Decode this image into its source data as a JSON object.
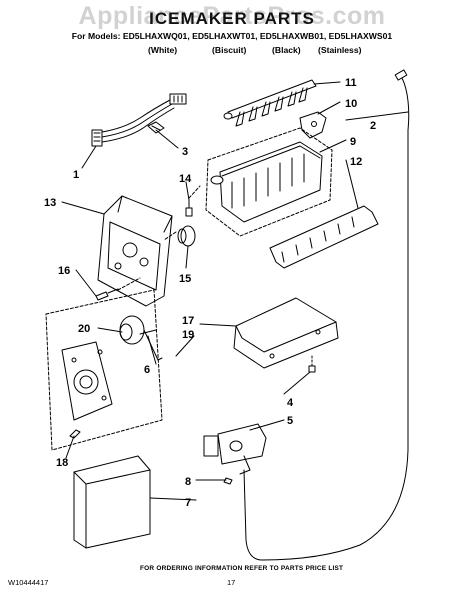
{
  "watermark": "AppliancePartsPros.com",
  "header": {
    "title": "ICEMAKER PARTS",
    "models": "For Models: ED5LHAXWQ01, ED5LHAXWT01, ED5LHAXWB01, ED5LHAXWS01",
    "variants": [
      "(White)",
      "(Biscuit)",
      "(Black)",
      "(Stainless)"
    ]
  },
  "callouts": {
    "c1": "1",
    "c2": "2",
    "c3": "3",
    "c4": "4",
    "c5": "5",
    "c6": "6",
    "c7": "7",
    "c8": "8",
    "c9": "9",
    "c10": "10",
    "c11": "11",
    "c12": "12",
    "c13": "13",
    "c14": "14",
    "c15": "15",
    "c16": "16",
    "c17": "17",
    "c18": "18",
    "c19": "19",
    "c20": "20"
  },
  "footer": {
    "note": "FOR ORDERING INFORMATION REFER TO PARTS PRICE LIST",
    "doc_number": "W10444417",
    "page_number": "17"
  }
}
